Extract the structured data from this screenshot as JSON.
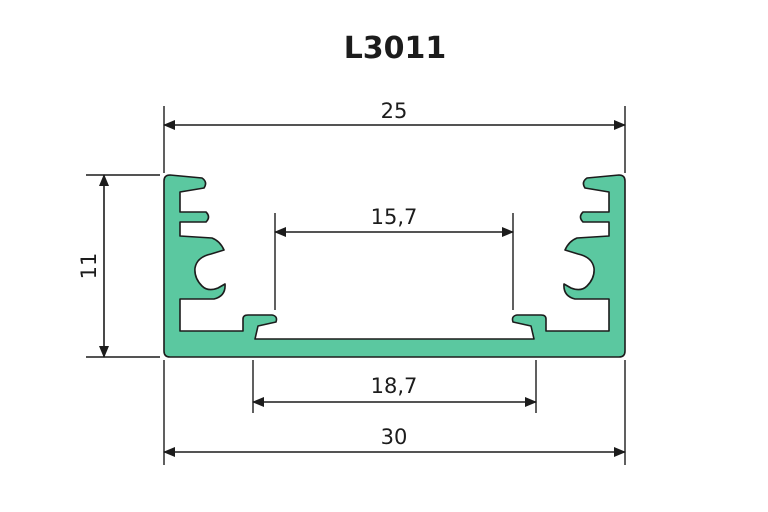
{
  "title": "L3011",
  "dimensions": {
    "top_width": "25",
    "inner_width": "15,7",
    "base_inner": "18,7",
    "bottom_width": "30",
    "height": "11"
  },
  "colors": {
    "profile_fill": "#5bc8a0",
    "profile_stroke": "#1c1c1c",
    "line": "#1c1c1c",
    "text": "#1c1c1c",
    "background": "#ffffff"
  }
}
